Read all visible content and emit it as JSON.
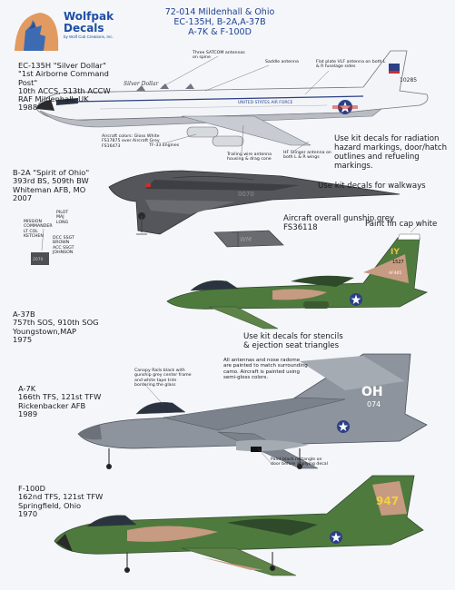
{
  "brand": {
    "name_line1": "Wolfpak",
    "name_line2": "Decals",
    "tagline": "by Wolf Cub Creations, Inc."
  },
  "sheet": {
    "code_title": "72-014 Mildenhall & Ohio",
    "types_line1": "EC-135H, B-2A,A-37B",
    "types_line2": "A-7K & F-100D"
  },
  "aircraft": [
    {
      "lines": [
        "EC-135H \"Silver Dollar\"",
        "\"1st Airborne Command Post\"",
        "10th ACCS, 513th ACCW",
        "RAF Mildenhall, UK",
        "1988"
      ]
    },
    {
      "lines": [
        "B-2A \"Spirit of Ohio\"",
        "393rd BS, 509th BW",
        "Whiteman AFB, MO",
        "2007"
      ]
    },
    {
      "lines": [
        "A-37B",
        "757th SOS, 910th SOG",
        "Youngstown,MAP",
        "1975"
      ]
    },
    {
      "lines": [
        "A-7K",
        "166th TFS, 121st TFW",
        "Rickenbacker AFB",
        "1989"
      ]
    },
    {
      "lines": [
        "F-100D",
        "162nd TFS, 121st TFW",
        "Springfield, Ohio",
        "1970"
      ]
    }
  ],
  "callouts": {
    "three_satcom": "Three SATCOM antennas on spine",
    "saddle": "Saddle antenna",
    "vlf": "Flat plate VLF antenna on both L & R fuselage sides",
    "tf33": "TF-33 Engines",
    "trailing_wire": "Trailing wire antenna housing & drag cone",
    "hf_stinger": "HF Stinger antenna on both L & R wings",
    "ec135_colors": "Aircraft colors: Gloss White FS17875 over Aircraft Grey FS16473",
    "b2_mission_commander": "MISSION COMMANDER LT COL KETCHEN",
    "b2_pilot": "PILOT MAJ LONG",
    "b2_crew": "DCC SSGT BROWN ACC SSGT JOHNSON",
    "a7_canopy": "Canopy Rails black with gunship grey center frame and white tape trim bordering the glass",
    "a7_door": "Paint black rectangle on door before applying decal"
  },
  "notes": {
    "radiation": [
      "Use kit decals for radiation",
      "hazard markings, door/hatch",
      "outlines and refueling",
      "markings."
    ],
    "walkways": "Use kit decals for walkways",
    "b2_grey": [
      "Aircraft overall gunship grey",
      "FS36118"
    ],
    "fin_cap": "Paint fin cap white",
    "stencils": [
      "Use kit decals for stencils",
      "& ejection seat triangles"
    ],
    "a7_antennas": [
      "All antennas and nose radome",
      "are painted to match surrounding",
      "camo. Aircraft is painted using",
      "semi-gloss colors."
    ]
  },
  "markings": {
    "ec135_fuselage": "UNITED STATES AIR FORCE",
    "ec135_serial": "10285",
    "ec135_signature": "Silver Dollar",
    "b2_serial": "0070",
    "b2_tail": "WM",
    "b2_door": "2070",
    "a37_tail": "IY",
    "a37_serial": "1527",
    "a37_af": "AF465",
    "a7_tail": "OH",
    "a7_serial": "074",
    "f100_serial": "947"
  },
  "colors": {
    "paper": "#f4f6fa",
    "brand_blue": "#1f4fa3",
    "title_blue": "#1f3f8f",
    "ec135_white": "#f2f4f7",
    "ec135_grey": "#b9bcc2",
    "b2_grey": "#55565b",
    "camo_green": "#4f7a3e",
    "camo_dark": "#2f4a2a",
    "camo_tan": "#c79a82",
    "a7_grey": "#8e949d",
    "usaf_blue": "#2a3f86",
    "red": "#c8302a"
  }
}
